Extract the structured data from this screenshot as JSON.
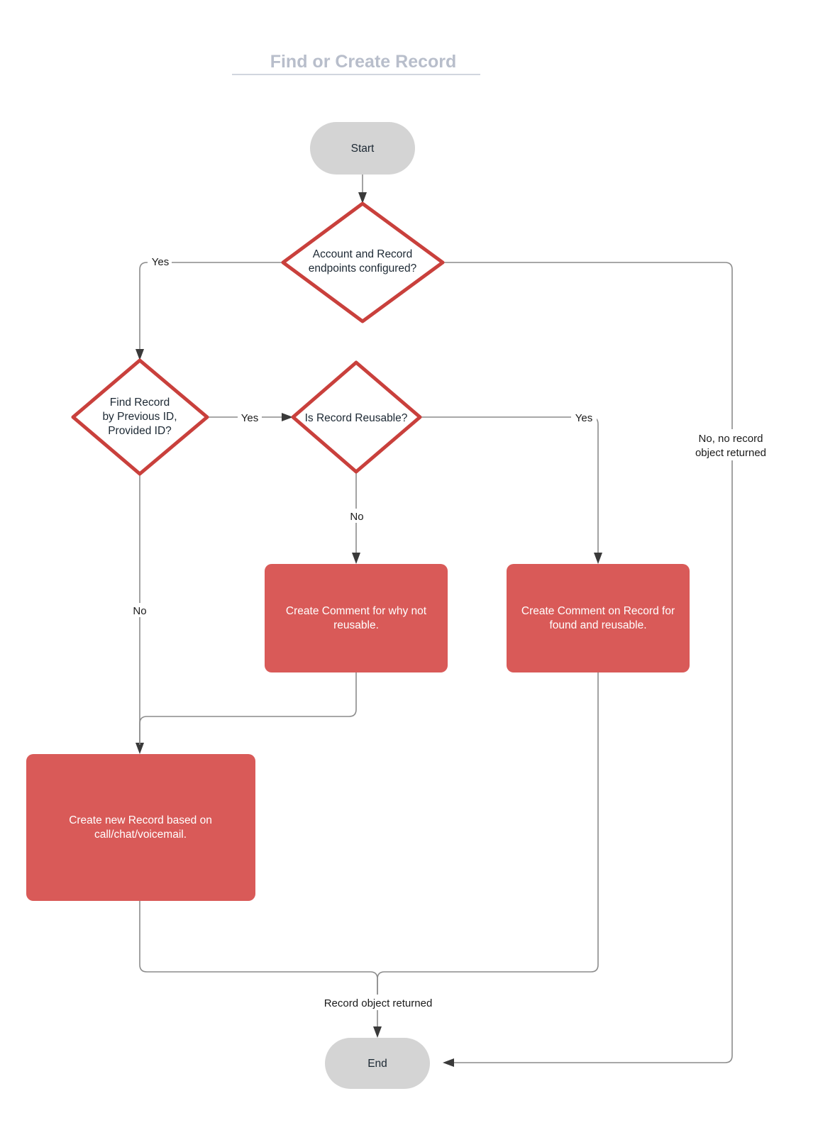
{
  "diagram": {
    "title": "Find or Create Record",
    "type": "flowchart",
    "colors": {
      "title_text": "#b8becb",
      "title_rule": "#c2c8d4",
      "terminator_fill": "#d4d4d4",
      "decision_stroke": "#c9403c",
      "decision_fill": "#ffffff",
      "process_fill": "#d95a58",
      "process_text": "#ffffff",
      "edge_stroke": "#8c8c8c",
      "arrow_fill": "#3a3a3a",
      "node_text": "#1c2833",
      "background": "#ffffff"
    },
    "nodes": [
      {
        "id": "start",
        "shape": "terminator",
        "label": "Start",
        "lines": [
          "Start"
        ]
      },
      {
        "id": "endpoints",
        "shape": "decision",
        "label": "Account and Record endpoints configured?",
        "lines": [
          "Account and Record",
          "endpoints configured?"
        ]
      },
      {
        "id": "find-record",
        "shape": "decision",
        "label": "Find Record by Previous ID, Provided ID?",
        "lines": [
          "Find Record",
          "by Previous ID,",
          "Provided ID?"
        ]
      },
      {
        "id": "reusable",
        "shape": "decision",
        "label": "Is Record Reusable?",
        "lines": [
          "Is Record Reusable?"
        ]
      },
      {
        "id": "comment-why-not",
        "shape": "process",
        "label": "Create Comment for why not reusable.",
        "lines": [
          "Create Comment for why not",
          "reusable."
        ]
      },
      {
        "id": "comment-found",
        "shape": "process",
        "label": "Create Comment on Record for found and reusable.",
        "lines": [
          "Create Comment on Record for",
          "found and reusable."
        ]
      },
      {
        "id": "create-record",
        "shape": "process",
        "label": "Create new Record based on call/chat/voicemail.",
        "lines": [
          "Create new Record based on",
          "call/chat/voicemail."
        ]
      },
      {
        "id": "end",
        "shape": "terminator",
        "label": "End",
        "lines": [
          "End"
        ]
      }
    ],
    "edges": [
      {
        "id": "e-start-endpoints",
        "from": "start",
        "to": "endpoints",
        "label": ""
      },
      {
        "id": "e-endpoints-yes",
        "from": "endpoints",
        "to": "find-record",
        "label": "Yes",
        "label_lines": [
          "Yes"
        ]
      },
      {
        "id": "e-endpoints-no",
        "from": "endpoints",
        "to": "end",
        "label": "No, no record object returned",
        "label_lines": [
          "No, no record",
          "object returned"
        ]
      },
      {
        "id": "e-find-yes",
        "from": "find-record",
        "to": "reusable",
        "label": "Yes",
        "label_lines": [
          "Yes"
        ]
      },
      {
        "id": "e-find-no",
        "from": "find-record",
        "to": "create-record",
        "label": "No",
        "label_lines": [
          "No"
        ]
      },
      {
        "id": "e-reusable-no",
        "from": "reusable",
        "to": "comment-why-not",
        "label": "No",
        "label_lines": [
          "No"
        ]
      },
      {
        "id": "e-reusable-yes",
        "from": "reusable",
        "to": "comment-found",
        "label": "Yes",
        "label_lines": [
          "Yes"
        ]
      },
      {
        "id": "e-whynot-create",
        "from": "comment-why-not",
        "to": "create-record",
        "label": ""
      },
      {
        "id": "e-create-end",
        "from": "create-record",
        "to": "end",
        "label": "Record object returned",
        "label_lines": [
          "Record object returned"
        ]
      },
      {
        "id": "e-found-end",
        "from": "comment-found",
        "to": "end",
        "label": ""
      }
    ]
  }
}
